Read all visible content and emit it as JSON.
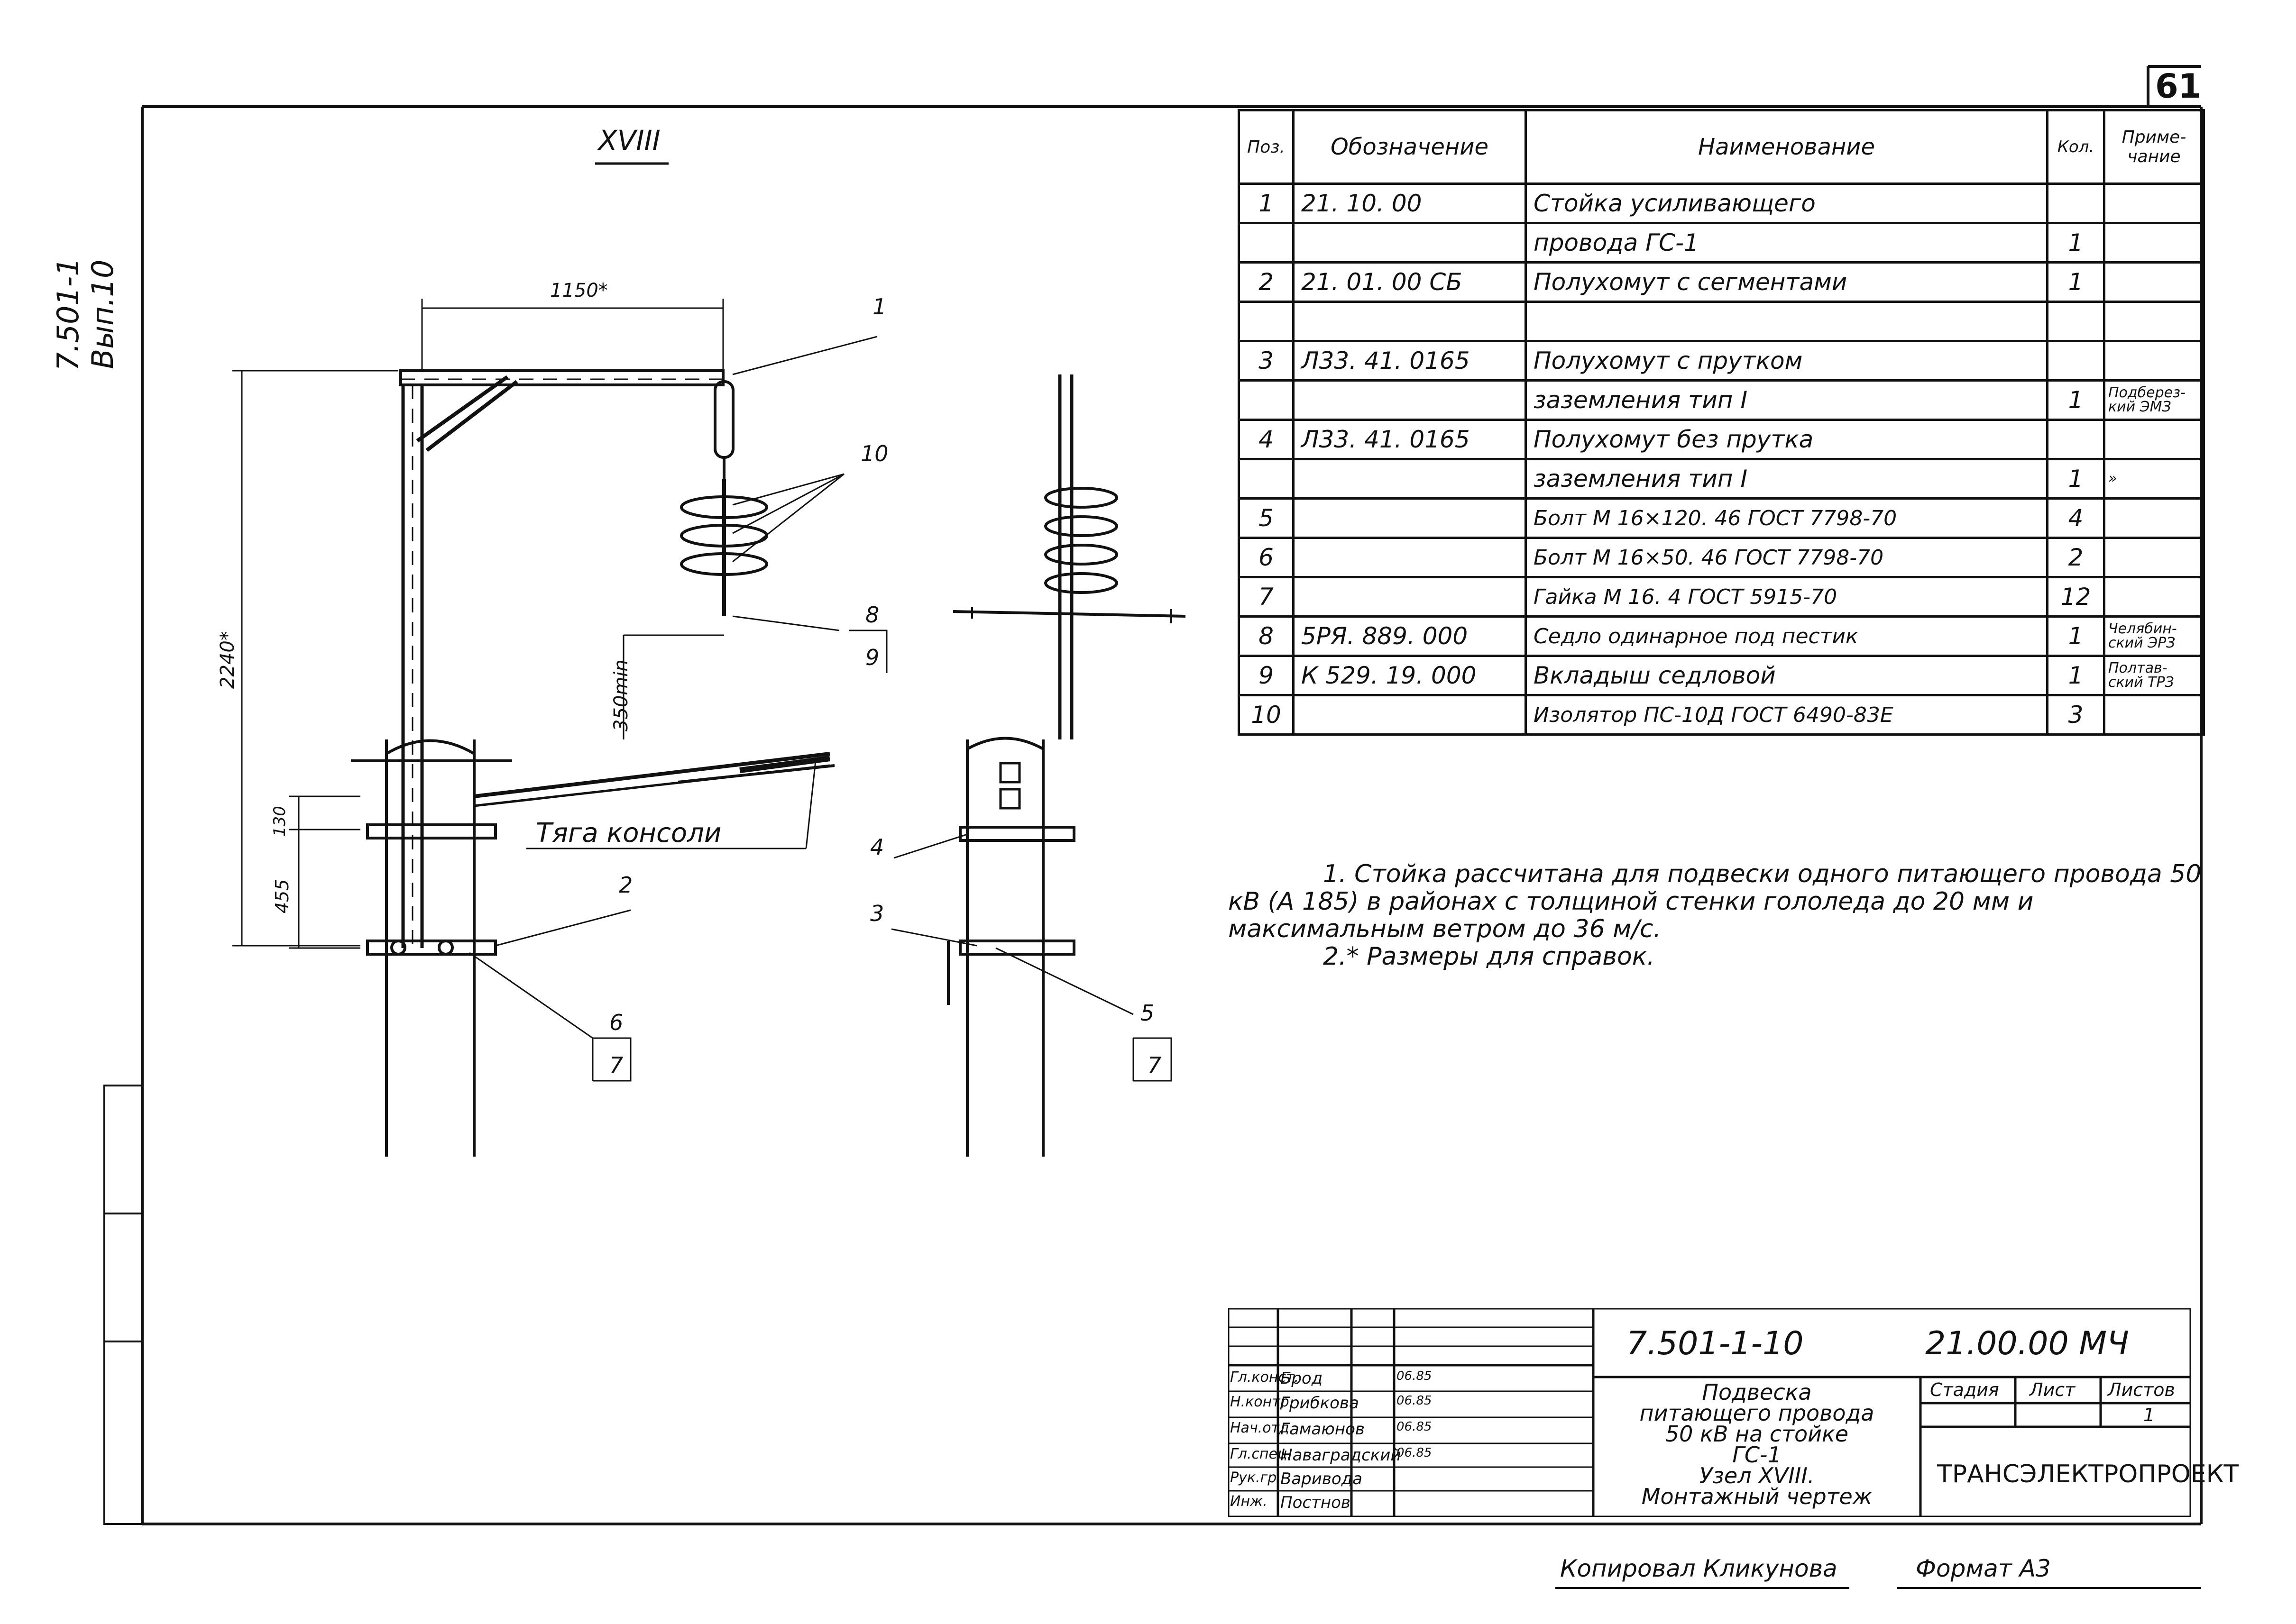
{
  "sheet_number": "61",
  "side_label": "7.501-1 Вып.10",
  "node_label": "XVIII",
  "spec_table": {
    "headers": [
      "Поз.",
      "Обозначение",
      "Наименование",
      "Кол.",
      "Приме-чание"
    ],
    "rows": [
      [
        "1",
        "21. 10. 00",
        "Стойка усиливающего",
        "",
        ""
      ],
      [
        "",
        "",
        "провода ГС-1",
        "1",
        ""
      ],
      [
        "2",
        "21. 01. 00 СБ",
        "Полухомут с сегментами",
        "1",
        ""
      ],
      [
        "",
        "",
        "",
        "",
        ""
      ],
      [
        "3",
        "Л33. 41. 0165",
        "Полухомут с прутком",
        "",
        ""
      ],
      [
        "",
        "",
        "заземления тип I",
        "1",
        "Подберез-кий ЭМЗ"
      ],
      [
        "4",
        "Л33. 41. 0165",
        "Полухомут без прутка",
        "",
        ""
      ],
      [
        "",
        "",
        "заземления тип I",
        "1",
        "»"
      ],
      [
        "5",
        "",
        "Болт М 16×120. 46 ГОСТ 7798-70",
        "4",
        ""
      ],
      [
        "6",
        "",
        "Болт М 16×50. 46 ГОСТ 7798-70",
        "2",
        ""
      ],
      [
        "7",
        "",
        "Гайка М 16. 4 ГОСТ 5915-70",
        "12",
        ""
      ],
      [
        "8",
        "5РЯ. 889. 000",
        "Седло одинарное под пестик",
        "1",
        "Челябин-ский ЭРЗ"
      ],
      [
        "9",
        "К 529. 19. 000",
        "Вкладыш седловой",
        "1",
        "Полтав-ский ТРЗ"
      ],
      [
        "10",
        "",
        "Изолятор ПС-10Д ГОСТ 6490-83Е",
        "3",
        ""
      ]
    ]
  },
  "drawing": {
    "dim_width": "1150*",
    "dim_height": "2240*",
    "dim_350": "350min",
    "dim_130": "130",
    "dim_455": "455",
    "traction_label": "Тяга консоли",
    "callouts": [
      "1",
      "10",
      "8",
      "9",
      "2",
      "6",
      "7",
      "4",
      "3",
      "5",
      "7"
    ]
  },
  "notes": [
    "1. Стойка рассчитана для подвески одного питающего провода 50 кВ (А 185) в районах с толщиной стенки гололеда до 20 мм и максимальным ветром до 36 м/с.",
    "2.* Размеры для справок."
  ],
  "title_block": {
    "doc_number": "7.501-1-10",
    "code": "21.00.00 МЧ",
    "roles": [
      "Гл.конст.",
      "Н.контр.",
      "Нач.отд.",
      "Гл.спец.",
      "Рук.гр.",
      "Инж."
    ],
    "names": [
      "Брод",
      "Грибкова",
      "Гамаюнов",
      "Наваградский",
      "Варивода",
      "Постнов"
    ],
    "dates": [
      "06.85",
      "06.85",
      "06.85",
      "06.85",
      "",
      ""
    ],
    "title_lines": [
      "Подвеска",
      "питающего провода",
      "50 кВ на стойке",
      "ГС-1",
      "Узел XVIII.",
      "Монтажный чертеж"
    ],
    "stage_label": "Стадия",
    "sheet_label": "Лист",
    "sheets_label": "Листов",
    "sheets_value": "1",
    "organization": "ТРАНСЭЛЕКТРОПРОЕКТ"
  },
  "footer": {
    "copied": "Копировал Кликунова",
    "format": "Формат А3"
  }
}
